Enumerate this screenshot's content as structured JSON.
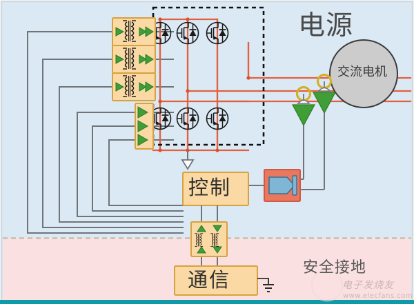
{
  "diagram": {
    "title_power": "电源",
    "motor_label": "交流电机",
    "control_label": "控制",
    "comm_label": "通信",
    "safety_ground_label": "安全接地",
    "watermark_cn": "电子发烧友",
    "watermark_url": "www.elecfans.com"
  },
  "colors": {
    "isolated_region_bg": "#dbe9f4",
    "safety_ground_region_bg": "#fae0e1",
    "power_rail": "#e2603f",
    "signal_wire": "#6f7479",
    "block_fill": "#fad9a5",
    "block_stroke": "#d8a13f",
    "buffer_green": "#3f9e35",
    "sensor_gold": "#d4b02a",
    "amp_box_fill": "#e9785f",
    "amp_shape_fill": "#7fb6d6",
    "motor_fill": "#cccccc",
    "bottom_bar": "#0f9aa8",
    "outer_border": "#c8d4de"
  },
  "components": {
    "gate_drivers": [
      {
        "name": "gate-driver-1",
        "type": "transformer-isolated-driver"
      },
      {
        "name": "gate-driver-2",
        "type": "transformer-isolated-driver"
      },
      {
        "name": "gate-driver-3",
        "type": "transformer-isolated-driver"
      }
    ],
    "buffer_stack": {
      "name": "low-side-driver-stack",
      "count": 3
    },
    "igbt_bridge": {
      "name": "three-phase-igbt-bridge",
      "high_side": 3,
      "low_side": 3
    },
    "current_sensors": [
      {
        "name": "current-sensor-1"
      },
      {
        "name": "current-sensor-2"
      }
    ],
    "isolation_amplifier": {
      "name": "isolation-amplifier"
    },
    "comm_isolator": {
      "name": "communication-isolation-transformers",
      "channels": 2
    }
  }
}
